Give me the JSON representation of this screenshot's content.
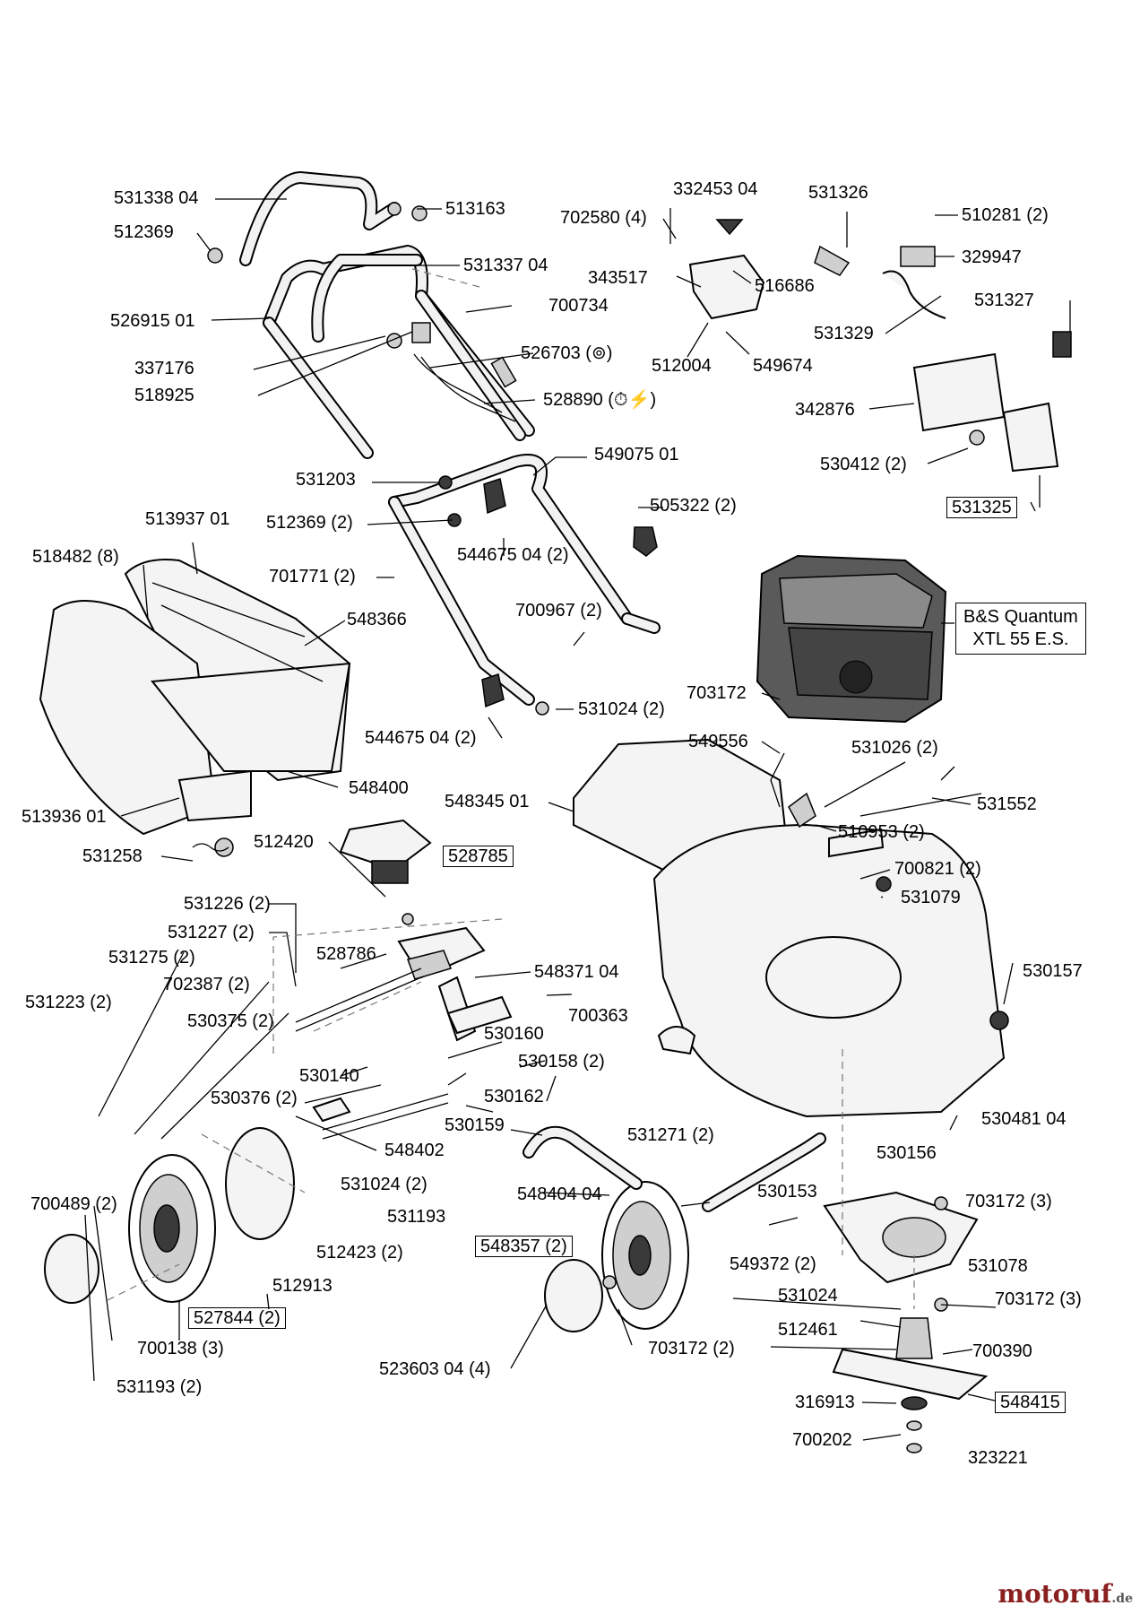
{
  "labels": [
    "531338 04",
    "513163",
    "512369",
    "531337 04",
    "526915 01",
    "700734",
    "337176",
    "526703 (⊚)",
    "518925",
    "528890 (⏱⚡)",
    "531203",
    "549075 01",
    "512369 (2)",
    "544675 04 (2)",
    "505322 (2)",
    "513937 01",
    "518482 (8)",
    "701771 (2)",
    "548366",
    "700967 (2)",
    "531024 (2)",
    "544675 04 (2)",
    "548400",
    "513936 01",
    "332453 04",
    "702580 (4)",
    "531326",
    "510281 (2)",
    "343517",
    "516686",
    "329947",
    "531327",
    "512004",
    "549674",
    "531329",
    "342876",
    "530412 (2)",
    "703172",
    "549556",
    "531026 (2)",
    "531552",
    "548345 01",
    "510953 (2)",
    "700821 (2)",
    "531079",
    "531258",
    "512420",
    "531226 (2)",
    "531227 (2)",
    "531275 (2)",
    "528786",
    "548371 04",
    "702387 (2)",
    "531223 (2)",
    "530375 (2)",
    "700363",
    "530160",
    "530157",
    "530158 (2)",
    "530140",
    "530162",
    "530376 (2)",
    "530159",
    "548402",
    "530481 04",
    "531271 (2)",
    "530156",
    "531024 (2)",
    "548404 04",
    "530153",
    "703172 (3)",
    "700489 (2)",
    "531193",
    "512423 (2)",
    "548357 (2)",
    "549372 (2)",
    "531078",
    "531024",
    "703172 (3)",
    "512913",
    "512461",
    "700390",
    "527844 (2)",
    "700138 (3)",
    "703172 (2)",
    "316913",
    "548415",
    "523603 04 (4)",
    "531193 (2)",
    "700202",
    "323221",
    "531325",
    "528785"
  ],
  "engine_label": {
    "line1": "B&S Quantum",
    "line2": "XTL 55 E.S."
  },
  "watermark": {
    "brand": "motoruf",
    "tld": ".de"
  },
  "colors": {
    "line": "#000000",
    "engine_body": "#5a5a5a",
    "watermark": "#8a1f1f"
  }
}
